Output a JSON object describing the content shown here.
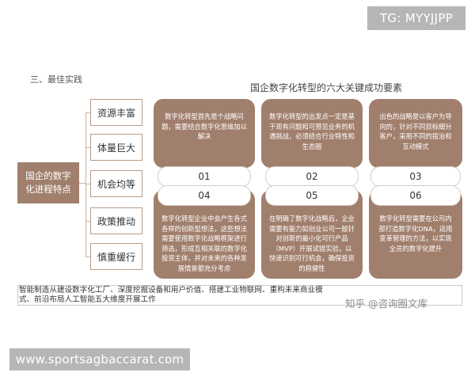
{
  "watermark_top": "TG: MYYJJPP",
  "section_title": "三、最佳实践",
  "panel_title": "国企数字化转型的六大关键成功要素",
  "core": {
    "label": "国企的数字化进程特点"
  },
  "features": [
    "资源丰富",
    "体量巨大",
    "机会均等",
    "政策推动",
    "慎重缓行"
  ],
  "factors": [
    {
      "number": "01",
      "text": "数字化转型首先是个战略问题，需要结合数字化思维加以解决"
    },
    {
      "number": "02",
      "text": "数字化转型的出发点一定是基于现有问题和可预见业务的机遇挑战，必须结合行业特性和生态圈"
    },
    {
      "number": "03",
      "text": "出色的战略是以客户为导向的，针对不同目标细分客户，采用不同的接治和互动模式"
    },
    {
      "number": "04",
      "text": "数字化转型企业中会产生各式各样的创新型想法，这些想法需要使用数字化战略框架进行筛选，形成互相关联的数字化投资主体，并对未来的各种发展情景都充分考虑"
    },
    {
      "number": "05",
      "text": "在明确了数字化战略后，企业需要有能力如创业公司一般针对创新的最小化可行产品（MVP）开展试错实验，以快速识别可行机会，确保投资的稳健性"
    },
    {
      "number": "06",
      "text": "数字化转型需要在公司内部打造数字化DNA，运用变革管理的方法，以实现全员的数字化提升"
    }
  ],
  "caption": "智能制造从建设数字化工厂、深度挖掘设备和用户价值、搭建工业物联网、重构未来商业模式、前沿布局人工智能五大维度开展工作",
  "zhihu_watermark": "知乎 @咨询圈文库",
  "watermark_bottom": "www.sportsagbaccarat.com",
  "colors": {
    "accent_brown": "#a17f6d",
    "line": "#c7b3a6",
    "watermark_bg": "#b6b6b6"
  }
}
